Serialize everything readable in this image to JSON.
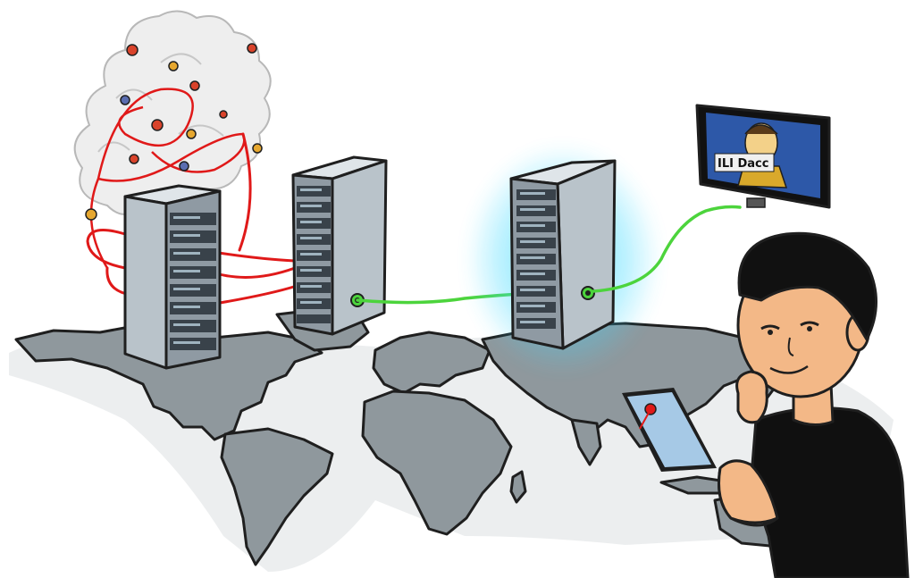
{
  "scene": {
    "tv_screen_text": "ILI Dacc"
  },
  "colors": {
    "map": "#8f989d",
    "map_shadow": "#c9ced1",
    "server_front": "#8f9aa3",
    "server_side": "#b9c3ca",
    "rack_slot": "#39424a",
    "red_cable": "#e01919",
    "green_cable": "#4cd43c",
    "glow": "#3fd9ff",
    "smoke": "#eeeeee",
    "skin": "#f3b887",
    "hair": "#111111",
    "shirt": "#101010",
    "tv_screen": "#2d58a8",
    "tablet": "#a6c9e6"
  },
  "icons": [
    "world-map",
    "malware-cloud",
    "server-rack-infected",
    "server-rack",
    "server-rack-protected",
    "monitor-icon",
    "tablet-icon",
    "person"
  ]
}
